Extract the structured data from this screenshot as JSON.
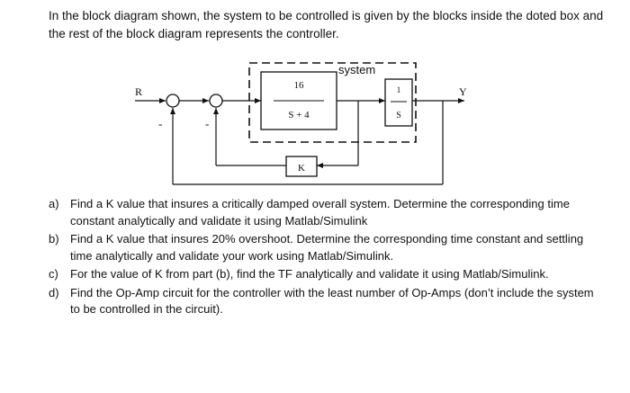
{
  "intro": "In the block diagram shown, the system to be controlled is given by the blocks inside the doted box and the rest of the block diagram represents the controller.",
  "diagram": {
    "system_label": "system",
    "input_label": "R",
    "output_label": "Y",
    "sum1_sign": "-",
    "sum2_sign": "-",
    "block1_numerator": "16",
    "block1_denominator": "S + 4",
    "block2_numerator": "1",
    "block2_denominator": "S",
    "feedback_block": "K"
  },
  "questions": [
    {
      "label": "a)",
      "text": "Find a K value that insures a critically damped overall system. Determine the corresponding time constant analytically and validate it using Matlab/Simulink"
    },
    {
      "label": "b)",
      "text": "Find a K value that insures 20% overshoot. Determine the corresponding time constant and settling time analytically and validate your work using Matlab/Simulink."
    },
    {
      "label": "c)",
      "text": "For the value of K from part (b), find the TF analytically and validate it using Matlab/Simulink."
    },
    {
      "label": "d)",
      "text": "Find the Op-Amp circuit for the controller with the least number of Op-Amps (don’t include the system to be controlled in the circuit)."
    }
  ]
}
